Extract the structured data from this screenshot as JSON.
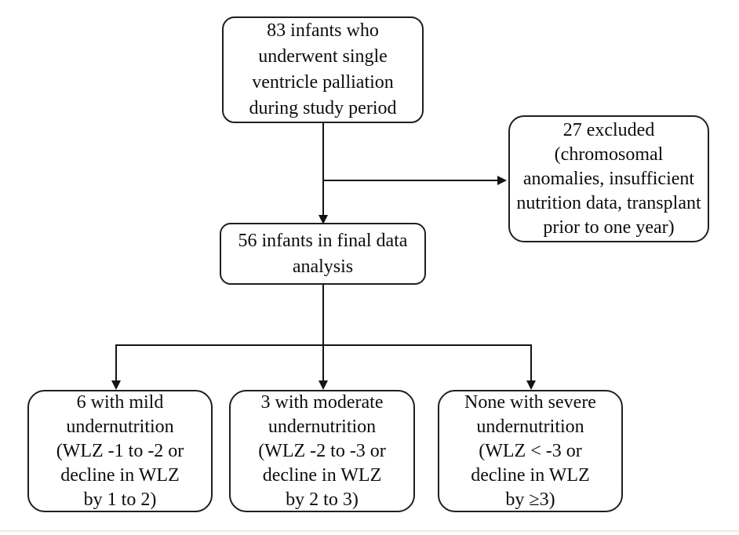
{
  "figure": {
    "type": "flowchart",
    "description": "Study enrollment and undernutrition classification flow diagram",
    "colors": {
      "background": "#ffffff",
      "box_border": "#1f1f1f",
      "connector": "#141414",
      "text": "#0d0d0d",
      "bottom_rule": "#ececec"
    },
    "nodes": {
      "initial": {
        "id": "initial",
        "lines": [
          "83 infants who",
          "underwent single",
          "ventricle palliation",
          "during study period"
        ]
      },
      "excluded": {
        "id": "excluded",
        "lines": [
          "27 excluded",
          "(chromosomal",
          "anomalies, insufficient",
          "nutrition data, transplant",
          "prior to one year)"
        ]
      },
      "final": {
        "id": "final",
        "lines": [
          "56 infants in final data",
          "analysis"
        ]
      },
      "mild": {
        "id": "mild",
        "lines": [
          "6 with mild",
          "undernutrition",
          "(WLZ -1 to -2 or",
          "decline in WLZ",
          "by 1 to 2)"
        ]
      },
      "moderate": {
        "id": "moderate",
        "lines": [
          "3 with moderate",
          "undernutrition",
          "(WLZ -2 to -3 or",
          "decline in WLZ",
          "by 2 to 3)"
        ]
      },
      "severe": {
        "id": "severe",
        "lines": [
          "None with severe",
          "undernutrition",
          "(WLZ < -3 or",
          "decline in WLZ",
          "by ≥3)"
        ]
      }
    },
    "edges": [
      {
        "from": "initial",
        "to": "final",
        "style": "arrow"
      },
      {
        "from": "initial",
        "to": "excluded",
        "style": "arrow"
      },
      {
        "from": "final",
        "to": "mild",
        "style": "arrow"
      },
      {
        "from": "final",
        "to": "moderate",
        "style": "arrow"
      },
      {
        "from": "final",
        "to": "severe",
        "style": "arrow"
      }
    ]
  }
}
